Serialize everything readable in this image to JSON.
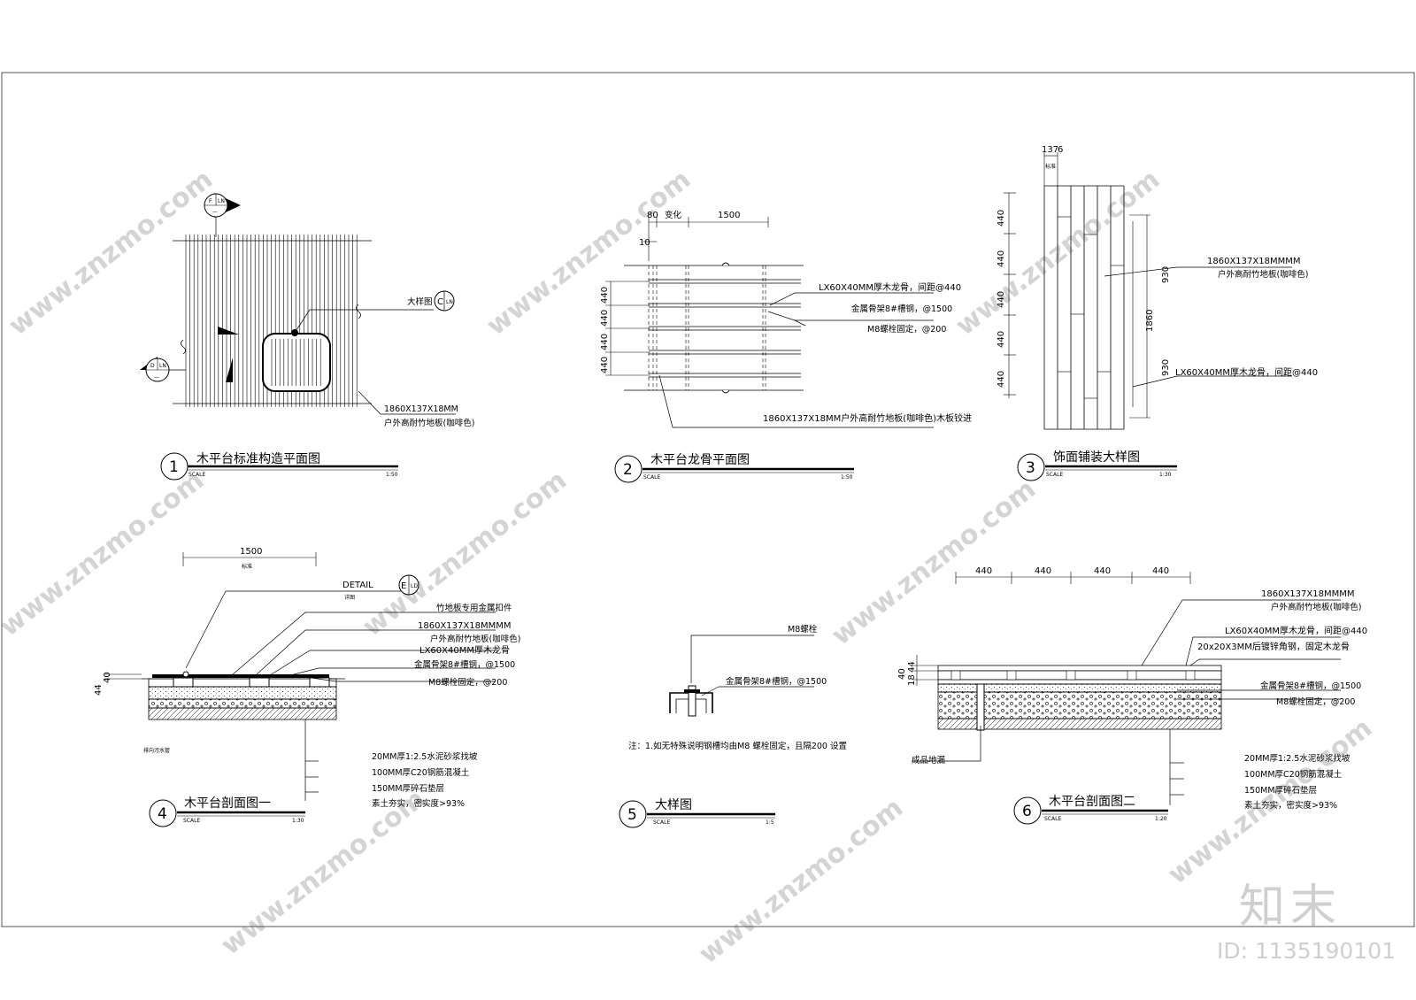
{
  "watermark": {
    "site": "www.znzmo.com",
    "brand": "知末",
    "id": "ID: 1135190101"
  },
  "views": {
    "v1": {
      "num": "1",
      "title": "木平台标准构造平面图",
      "scale_label": "SCALE",
      "scale": "1:50",
      "cut_f": "F",
      "cut_d": "D",
      "cut_code": "LN",
      "cut_dash": "—",
      "detail_label": "大样图",
      "detail_letter": "C",
      "detail_code": "LN",
      "note_spec": "1860X137X18MM",
      "note_material": "户外高耐竹地板(咖啡色)"
    },
    "v2": {
      "num": "2",
      "title": "木平台龙骨平面图",
      "scale_label": "SCALE",
      "scale": "1:50",
      "dim_80": "80",
      "dim_change": "变化",
      "dim_1500": "1500",
      "dim_10": "10",
      "dims_440": [
        "440",
        "440",
        "440",
        "440"
      ],
      "note_joist": "LX60X40MM厚木龙骨，间距@440",
      "note_frame": "金属骨架8#槽钢，@1500",
      "note_bolt": "M8螺栓固定，@200",
      "note_board": "1860X137X18MM户外高耐竹地板(咖啡色)木板铰进"
    },
    "v3": {
      "num": "3",
      "title": "饰面铺装大样图",
      "scale_label": "SCALE",
      "scale": "1:30",
      "dim_137": "137",
      "dim_6": "6",
      "dim_std": "标准",
      "dims_440": [
        "440",
        "440",
        "440",
        "440",
        "440"
      ],
      "dim_930a": "930",
      "dim_930b": "930",
      "dim_1860": "1860",
      "note_spec": "1860X137X18MMMM",
      "note_material": "户外高耐竹地板(咖啡色)",
      "note_joist": "LX60X40MM厚木龙骨，间距@440"
    },
    "v4": {
      "num": "4",
      "title": "木平台剖面图一",
      "scale_label": "SCALE",
      "scale": "1:30",
      "dim_1500": "1500",
      "dim_std": "标准",
      "detail_text": "DETAIL",
      "detail_sub": "详图",
      "detail_letter": "E",
      "detail_code": "LD",
      "dim_44": "44",
      "dim_40": "40",
      "note_clip": "竹地板专用金属扣件",
      "note_spec": "1860X137X18MMMM",
      "note_material": "户外高耐竹地板(咖啡色)",
      "note_joist": "LX60X40MM厚木龙骨",
      "note_frame": "金属骨架8#槽钢，@1500",
      "note_bolt": "M8螺栓固定，@200",
      "drain_note": "排向污水管",
      "layers": [
        "20MM厚1:2.5水泥砂浆找坡",
        "100MM厚C20钢筋混凝土",
        "150MM厚碎石垫层",
        "素土夯实，密实度>93%"
      ]
    },
    "v5": {
      "num": "5",
      "title": "大样图",
      "scale_label": "SCALE",
      "scale": "1:5",
      "note_bolt": "M8螺栓",
      "note_frame": "金属骨架8#槽钢，@1500",
      "remark": "注：1.如无特殊说明钢槽均由M8 螺栓固定，且隔200 设置"
    },
    "v6": {
      "num": "6",
      "title": "木平台剖面图二",
      "scale_label": "SCALE",
      "scale": "1:20",
      "dims_440": [
        "440",
        "440",
        "440",
        "440"
      ],
      "dim_40": "40",
      "dim_44": "44",
      "dim_18": "18",
      "note_spec": "1860X137X18MMMM",
      "note_material": "户外高耐竹地板(咖啡色)",
      "note_joist": "LX60X40MM厚木龙骨，间距@440",
      "note_angle": "20x20X3MM后镀锌角钢，固定木龙骨",
      "note_frame": "金属骨架8#槽钢，@1500",
      "note_bolt": "M8螺栓固定，@200",
      "note_drain": "成品地漏",
      "layers": [
        "20MM厚1:2.5水泥砂浆找坡",
        "100MM厚C20钢筋混凝土",
        "150MM厚碎石垫层",
        "素土夯实，密实度>93%"
      ]
    }
  }
}
